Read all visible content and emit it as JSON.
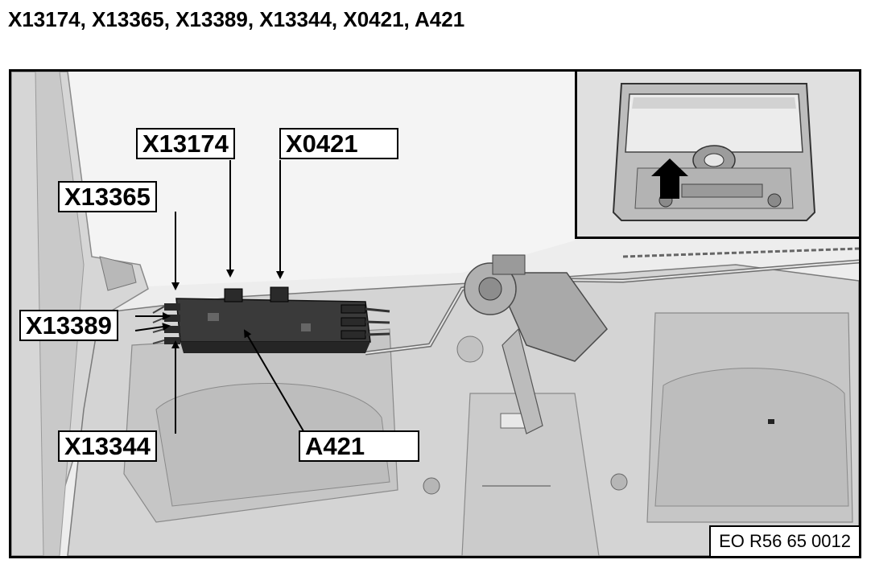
{
  "header": {
    "title": "X13174, X13365, X13389, X13344, X0421, A421"
  },
  "figure": {
    "reference_code": "EO R56 65 0012",
    "callouts": [
      {
        "id": "X13174",
        "label": "X13174"
      },
      {
        "id": "X0421",
        "label": "X0421"
      },
      {
        "id": "X13365",
        "label": "X13365"
      },
      {
        "id": "X13389",
        "label": "X13389"
      },
      {
        "id": "X13344",
        "label": "X13344"
      },
      {
        "id": "A421",
        "label": "A421"
      }
    ],
    "inset_icons": [
      "up-arrow-icon"
    ]
  }
}
